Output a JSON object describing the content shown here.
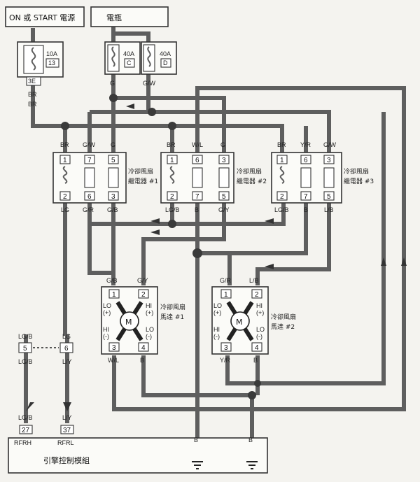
{
  "power": {
    "ign_label": "ON 或 START 電源",
    "bat_label": "電瓶"
  },
  "fuses": {
    "f1": {
      "rating": "10A",
      "num": "13",
      "pin": "3E"
    },
    "f2": {
      "rating": "40A",
      "code": "C"
    },
    "f3": {
      "rating": "40A",
      "code": "D"
    }
  },
  "wires": {
    "br": "BR",
    "g": "G",
    "gw": "G/W",
    "wl": "W/L",
    "yr": "Y/R",
    "lg": "LG",
    "gr": "G/R",
    "gb": "G/B",
    "lgb": "LG/B",
    "b": "B",
    "gy": "G/Y",
    "lb": "L/B",
    "ly": "L/Y"
  },
  "relays": {
    "r1": {
      "name1": "冷卻風扇",
      "name2": "繼電器 #1",
      "top": [
        "1",
        "7",
        "5"
      ],
      "bot": [
        "2",
        "6",
        "3"
      ]
    },
    "r2": {
      "name1": "冷卻風扇",
      "name2": "繼電器 #2",
      "top": [
        "1",
        "6",
        "3"
      ],
      "bot": [
        "2",
        "7",
        "5"
      ]
    },
    "r3": {
      "name1": "冷卻風扇",
      "name2": "繼電器 #3",
      "top": [
        "1",
        "6",
        "3"
      ],
      "bot": [
        "2",
        "7",
        "5"
      ]
    }
  },
  "motors": {
    "m1": {
      "name1": "冷卻風扇",
      "name2": "馬達 #1"
    },
    "m2": {
      "name1": "冷卻風扇",
      "name2": "馬達 #2"
    },
    "symbol": "M",
    "lo_plus": "LO",
    "plus": "(+)",
    "hi": "HI",
    "minus": "(-)",
    "pins_top": [
      "1",
      "2"
    ],
    "pins_bot": [
      "3",
      "4"
    ]
  },
  "connector": {
    "p5": "5",
    "p6": "6"
  },
  "ecm": {
    "name": "引擎控制模組",
    "pin27": "27",
    "pin37": "37",
    "rfrh": "RFRH",
    "rfrl": "RFRL"
  }
}
